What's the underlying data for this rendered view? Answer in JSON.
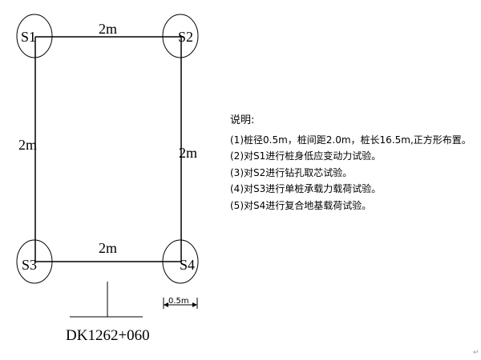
{
  "piles": [
    "S1",
    "S2",
    "S3",
    "S4"
  ],
  "dims": {
    "top": "2m",
    "bottom": "2m",
    "left": "2m",
    "right": "2m",
    "diameter": "0.5m"
  },
  "station": "DK1262+060",
  "notes": {
    "title": "说明:",
    "items": [
      "(1)桩径0.5m，桩间距2.0m，桩长16.5m,正方形布置。",
      "(2)对S1进行桩身低应变动力试验。",
      "(3)对S2进行钻孔取芯试验。",
      "(4)对S3进行单桩承载力载荷试验。",
      "(5)对S4进行复合地基载荷试验。"
    ]
  },
  "corner_mark": "↵"
}
